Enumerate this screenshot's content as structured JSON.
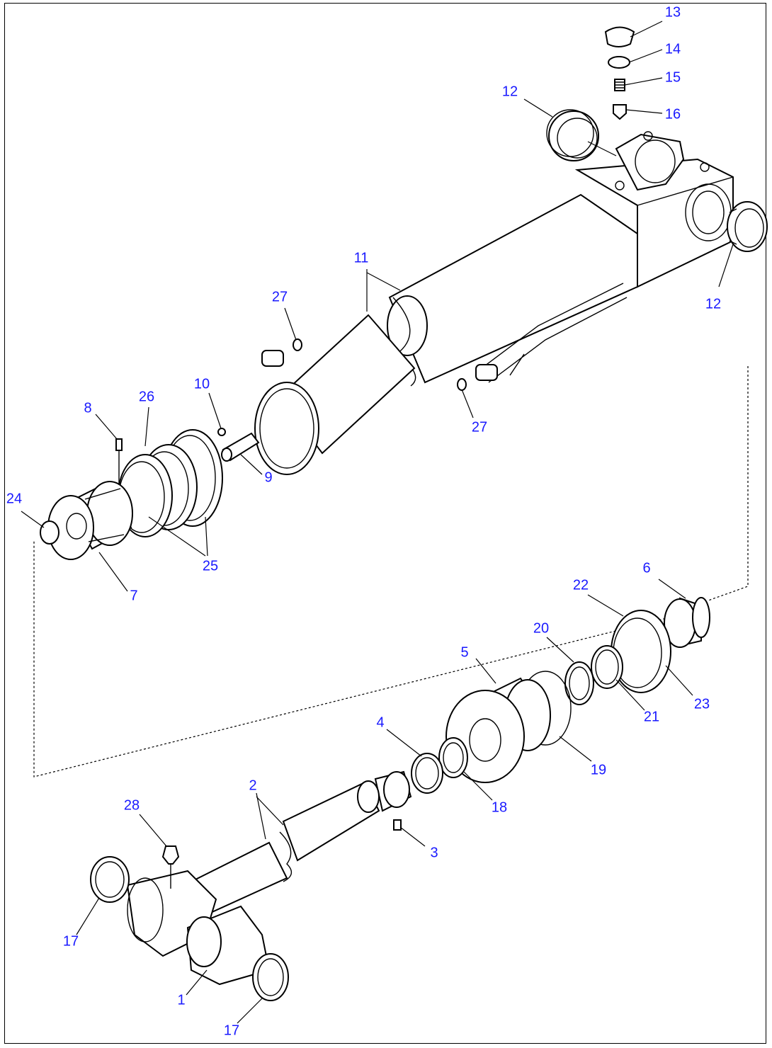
{
  "diagram": {
    "colors": {
      "line": "#000000",
      "callout": "#1a1aff",
      "background": "#ffffff"
    },
    "callouts": [
      {
        "id": "c13",
        "label": "13"
      },
      {
        "id": "c14",
        "label": "14"
      },
      {
        "id": "c15",
        "label": "15"
      },
      {
        "id": "c16",
        "label": "16"
      },
      {
        "id": "c12a",
        "label": "12"
      },
      {
        "id": "c12b",
        "label": "12"
      },
      {
        "id": "c11",
        "label": "11"
      },
      {
        "id": "c27a",
        "label": "27"
      },
      {
        "id": "c27b",
        "label": "27"
      },
      {
        "id": "c10",
        "label": "10"
      },
      {
        "id": "c9",
        "label": "9"
      },
      {
        "id": "c8",
        "label": "8"
      },
      {
        "id": "c26",
        "label": "26"
      },
      {
        "id": "c24",
        "label": "24"
      },
      {
        "id": "c25",
        "label": "25"
      },
      {
        "id": "c7",
        "label": "7"
      },
      {
        "id": "c6",
        "label": "6"
      },
      {
        "id": "c22",
        "label": "22"
      },
      {
        "id": "c20",
        "label": "20"
      },
      {
        "id": "c5",
        "label": "5"
      },
      {
        "id": "c23",
        "label": "23"
      },
      {
        "id": "c21",
        "label": "21"
      },
      {
        "id": "c19",
        "label": "19"
      },
      {
        "id": "c4",
        "label": "4"
      },
      {
        "id": "c18",
        "label": "18"
      },
      {
        "id": "c2",
        "label": "2"
      },
      {
        "id": "c3",
        "label": "3"
      },
      {
        "id": "c28",
        "label": "28"
      },
      {
        "id": "c17a",
        "label": "17"
      },
      {
        "id": "c1",
        "label": "1"
      },
      {
        "id": "c17b",
        "label": "17"
      }
    ]
  }
}
